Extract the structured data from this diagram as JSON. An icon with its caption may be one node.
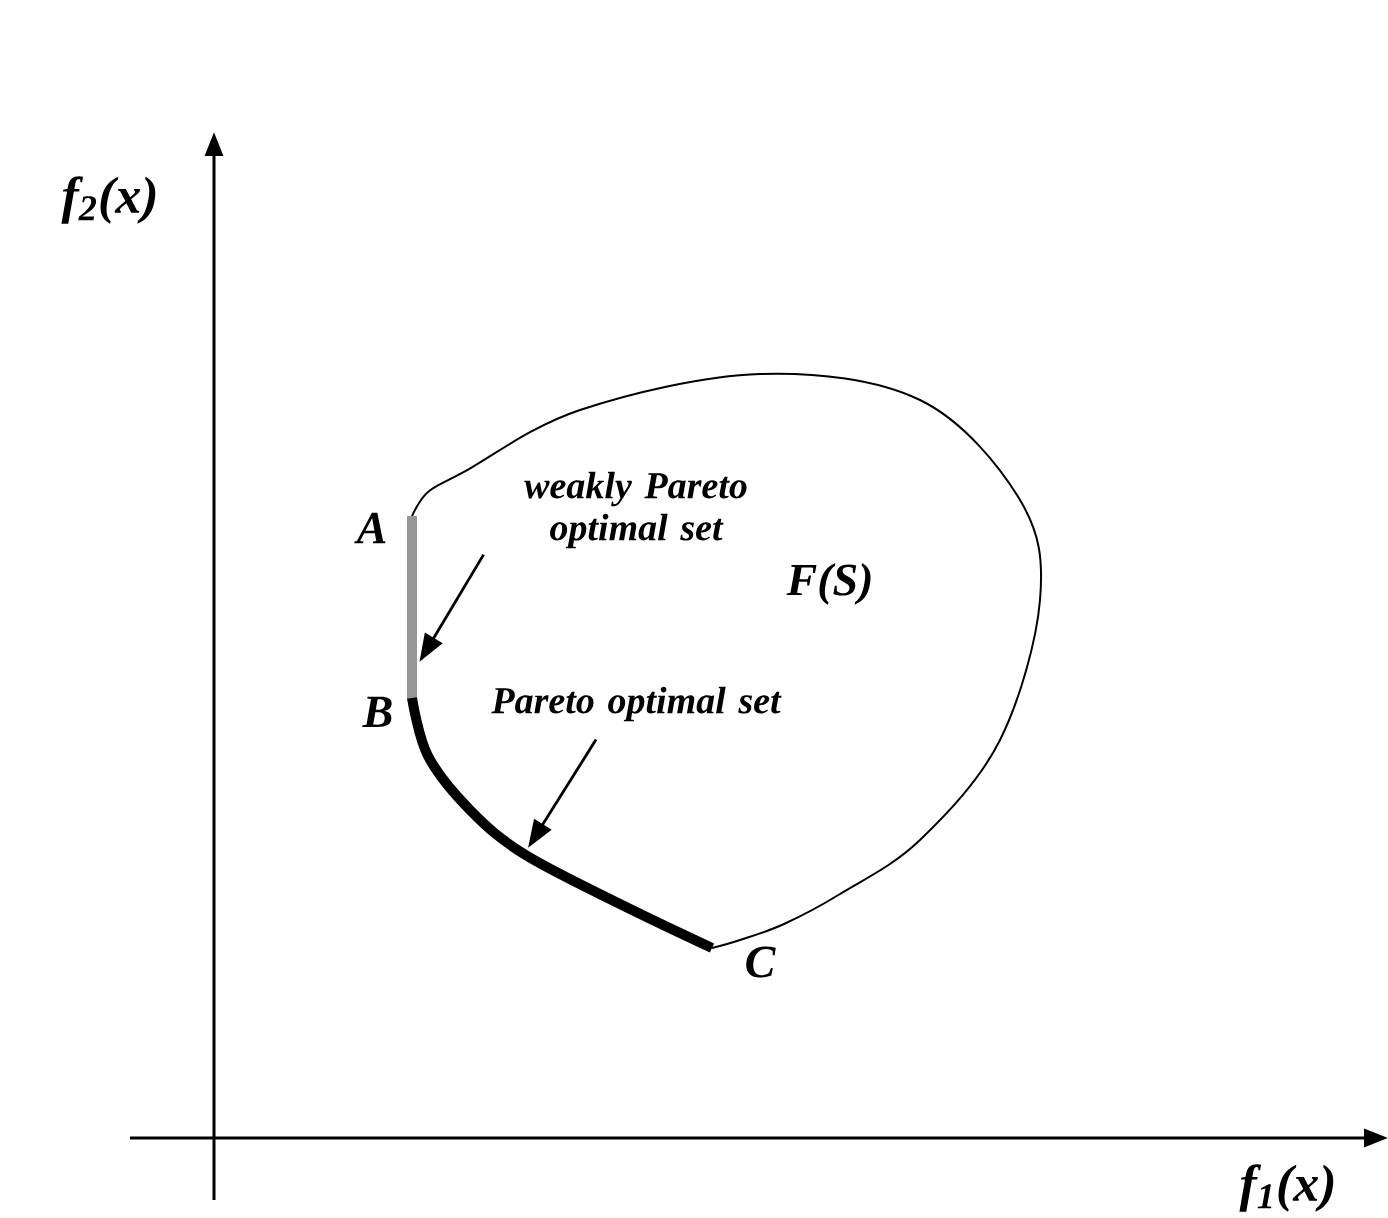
{
  "diagram": {
    "nodes": [
      {
        "text": [
          "weakly Pareto optimal set"
        ]
      },
      {
        "text": [],
        "shape": "bar",
        "beside": [
          "A"
        ]
      },
      {
        "text": [
          "Pareto optimal set"
        ]
      },
      {
        "text": [],
        "shape": "curve",
        "beside": [
          "C"
        ]
      }
    ],
    "edges": [
      {
        "from": 0,
        "to": 1,
        "arrow": "to"
      },
      {
        "from": 2,
        "to": 3,
        "arrow": "to"
      }
    ],
    "labels": [
      "f$_{2}$(x)",
      "F(S)",
      "B",
      "f$_{1}$(x)"
    ]
  }
}
